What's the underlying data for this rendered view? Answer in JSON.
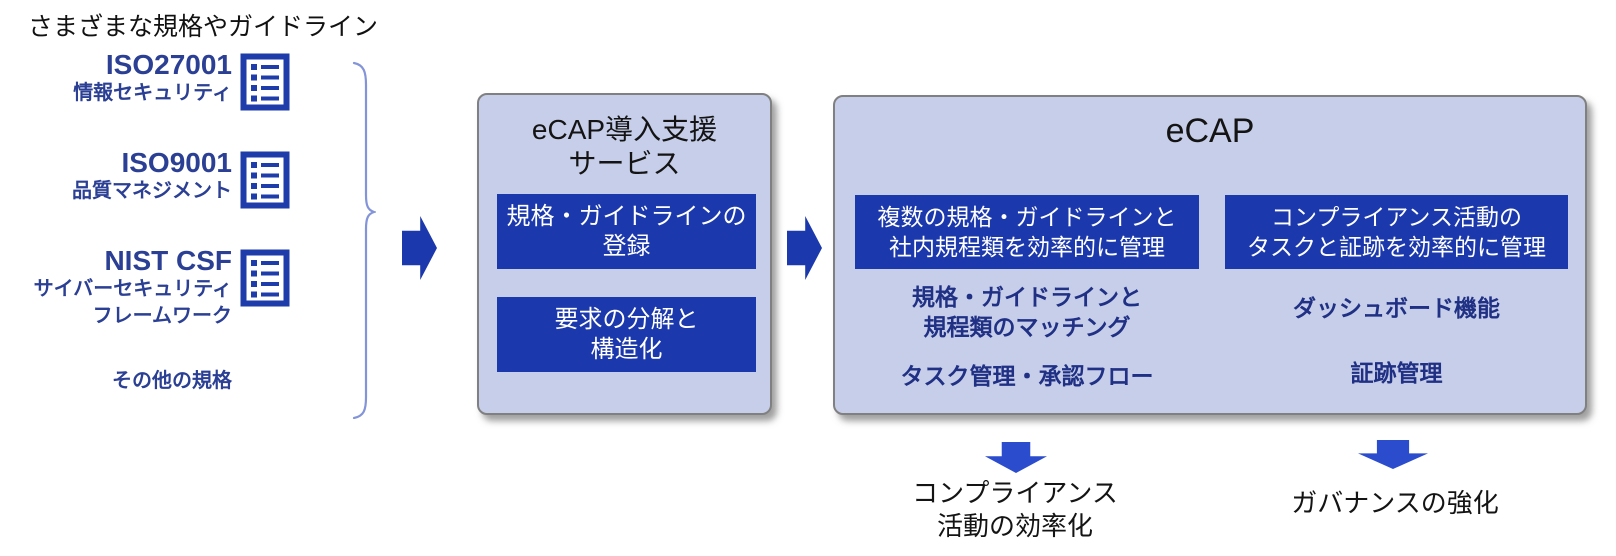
{
  "title": "さまざまな規格やガイドライン",
  "standards": [
    {
      "name": "ISO27001",
      "desc": "情報セキュリティ",
      "icon": "checklist-icon"
    },
    {
      "name": "ISO9001",
      "desc": "品質マネジメント",
      "icon": "checklist-icon"
    },
    {
      "name": "NIST CSF",
      "desc": "サイバーセキュリティ\nフレームワーク",
      "icon": "checklist-icon"
    },
    {
      "name": "その他の規格",
      "desc": ""
    }
  ],
  "service_box": {
    "title": "eCAP導入支援\nサービス",
    "steps": [
      "規格・ガイドラインの\n登録",
      "要求の分解と\n構造化"
    ]
  },
  "ecap_box": {
    "title": "eCAP",
    "left": {
      "header": "複数の規格・ガイドラインと\n社内規程類を効率的に管理",
      "features": [
        "規格・ガイドラインと\n規程類のマッチング",
        "タスク管理・承認フロー"
      ],
      "outcome": "コンプライアンス\n活動の効率化"
    },
    "right": {
      "header": "コンプライアンス活動の\nタスクと証跡を効率的に管理",
      "features": [
        "ダッシュボード機能",
        "証跡管理"
      ],
      "outcome": "ガバナンスの強化"
    }
  },
  "colors": {
    "dark_blue": "#1b38ac",
    "accent_blue": "#2b4ccd",
    "navy_text": "#203084",
    "standard_blue": "#2b4094",
    "icon_blue": "#1e3caa",
    "panel_bg": "#c6cee9",
    "panel_border": "#808080",
    "brace_blue": "#8494d8",
    "text_black": "#141414",
    "step_text": "#ffffff"
  }
}
